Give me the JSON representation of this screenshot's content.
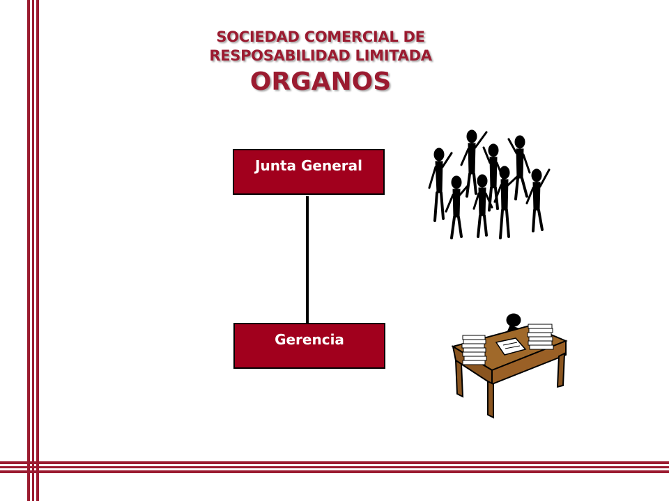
{
  "title": {
    "line1": "SOCIEDAD COMERCIAL DE",
    "line2": "RESPOSABILIDAD LIMITADA",
    "line3": "ORGANOS"
  },
  "org_chart": {
    "top_box": "Junta General",
    "bottom_box": "Gerencia"
  },
  "colors": {
    "accent": "#9b1b30",
    "box_fill": "#a1001d",
    "box_text": "#ffffff"
  },
  "illustrations": {
    "crowd": "group-of-people-icon",
    "desk": "person-at-desk-icon"
  }
}
